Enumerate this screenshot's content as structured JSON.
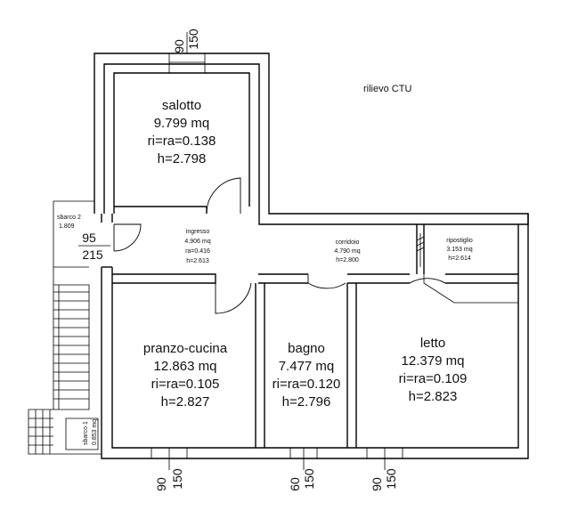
{
  "title_note": "rilievo CTU",
  "rooms": {
    "salotto": [
      "salotto",
      "9.799 mq",
      "ri=ra=0.138",
      "h=2.798"
    ],
    "ingresso": [
      "ingresso",
      "4.906 mq",
      "ra=0.416",
      "h=2.613"
    ],
    "corridoio": [
      "corridoio",
      "4.790 mq",
      "h=2.800"
    ],
    "ripostiglio": [
      "ripostiglio",
      "3.153 mq",
      "h=2.614"
    ],
    "pranzo": [
      "pranzo-cucina",
      "12.863 mq",
      "ri=ra=0.105",
      "h=2.827"
    ],
    "bagno": [
      "bagno",
      "7.477 mq",
      "ri=ra=0.120",
      "h=2.796"
    ],
    "letto": [
      "letto",
      "12.379 mq",
      "ri=ra=0.109",
      "h=2.823"
    ]
  },
  "balconies": {
    "sbarco2": [
      "sbarco 2",
      "1.809"
    ],
    "sbarco1": [
      "sbarco 1",
      "0.853 mq"
    ]
  },
  "dimensions": {
    "top_window": [
      "90",
      "150"
    ],
    "door_entry": [
      "95",
      "215"
    ],
    "pranzo_window": [
      "90",
      "150"
    ],
    "bagno_window": [
      "60",
      "150"
    ],
    "letto_window": [
      "90",
      "150"
    ]
  }
}
